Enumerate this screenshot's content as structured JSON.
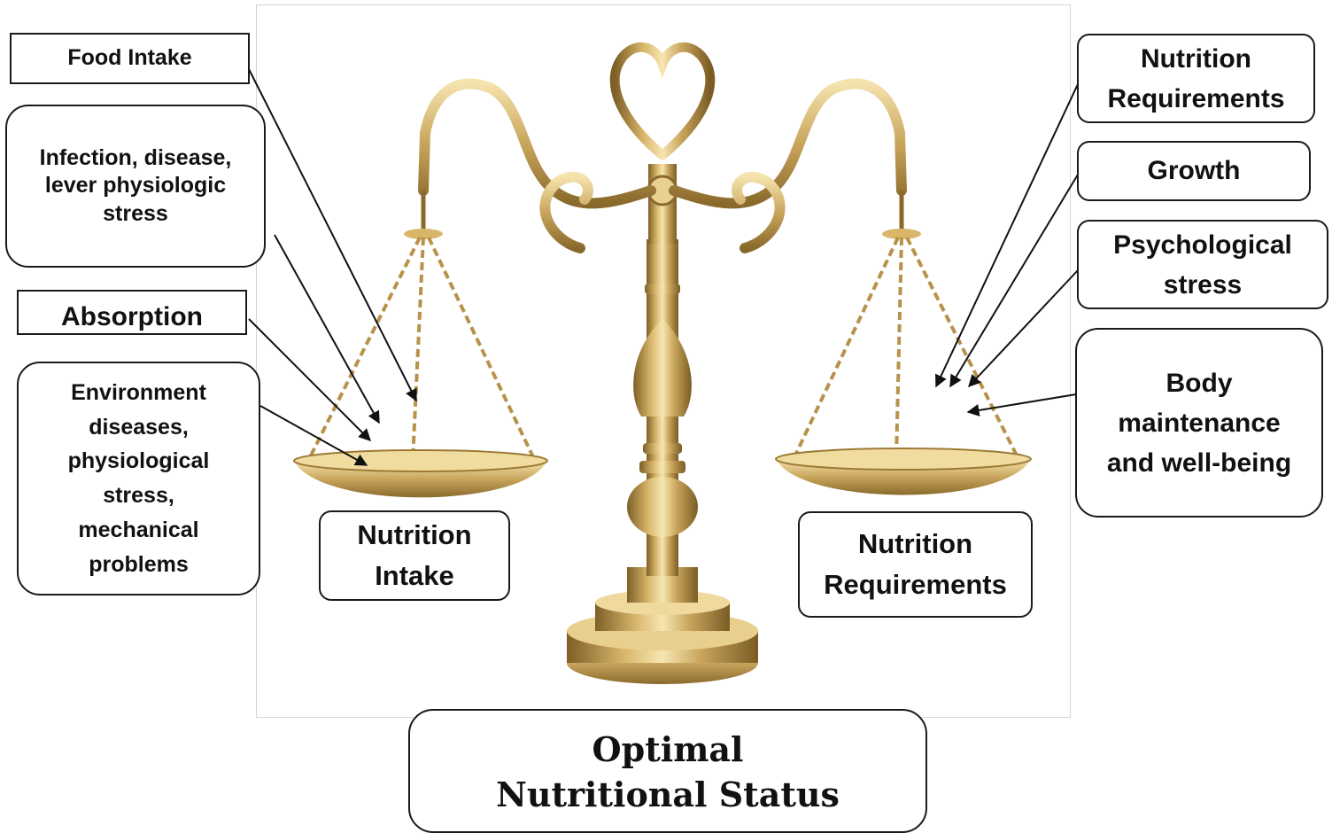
{
  "left_factors": {
    "food_intake": "Food Intake",
    "infection": "Infection, disease, lever physiologic stress",
    "absorption": "Absorption",
    "environment": "Environment diseases, physiological stress, mechanical problems"
  },
  "right_factors": {
    "nutrition_requirements": "Nutrition Requirements",
    "growth": "Growth",
    "psychological_stress": "Psychological stress",
    "body_maintenance": "Body maintenance and well-being"
  },
  "pans": {
    "left_label": "Nutrition Intake",
    "right_label": "Nutrition Requirements"
  },
  "title": {
    "line1": "Optimal",
    "line2": "Nutritional Status"
  },
  "colors": {
    "brass_light": "#f3dfa6",
    "brass_mid": "#c9a55c",
    "brass_dark": "#8a6a2c",
    "arrow": "#111111"
  }
}
